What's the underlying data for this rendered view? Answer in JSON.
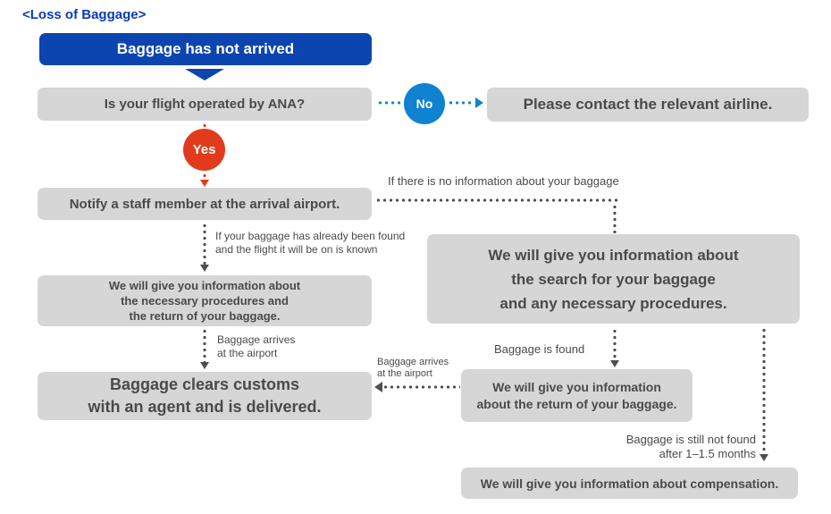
{
  "page": {
    "title": "<Loss of Baggage>"
  },
  "colors": {
    "brand_blue": "#0c45b0",
    "link_blue": "#0a3ab8",
    "no_blue": "#0f82d2",
    "yes_red": "#e23a1d",
    "box_gray": "#d6d6d6",
    "text_dark": "#4a4a4a",
    "dot_gray": "#4f4f4f"
  },
  "icons": {
    "down_chevron": "triangle-down",
    "flow_arrow_down": "triangle-down",
    "flow_arrow_right": "triangle-right",
    "flow_arrow_left": "triangle-left"
  },
  "nodes": {
    "start": {
      "label": "Baggage has not arrived"
    },
    "ana_question": {
      "label": "Is your flight operated by ANA?"
    },
    "contact_airline": {
      "label": "Please contact the relevant airline."
    },
    "notify_staff": {
      "label": "Notify a staff member at the arrival airport."
    },
    "search_info": {
      "lines": [
        "We will give you information about",
        "the search for your baggage",
        "and any necessary procedures."
      ]
    },
    "procedures_info": {
      "lines": [
        "We will give you information about",
        "the necessary procedures and",
        "the return of your baggage."
      ]
    },
    "customs": {
      "lines": [
        "Baggage clears customs",
        "with an agent and is delivered."
      ]
    },
    "return_info": {
      "lines": [
        "We will give you information",
        "about the return of your baggage."
      ]
    },
    "compensation": {
      "label": "We will give you information about compensation."
    }
  },
  "badges": {
    "no": "No",
    "yes": "Yes"
  },
  "edge_labels": {
    "no_info": "If there is no information about your baggage",
    "already_found": {
      "lines": [
        "If your baggage has already been found",
        "and the flight it will be on is known"
      ]
    },
    "arrives_left": {
      "lines": [
        "Baggage arrives",
        "at the airport"
      ]
    },
    "arrives_mid": {
      "lines": [
        "Baggage arrives",
        "at the airport"
      ]
    },
    "found": "Baggage is found",
    "not_found": {
      "lines": [
        "Baggage is still not found",
        "after 1–1.5 months"
      ]
    }
  }
}
